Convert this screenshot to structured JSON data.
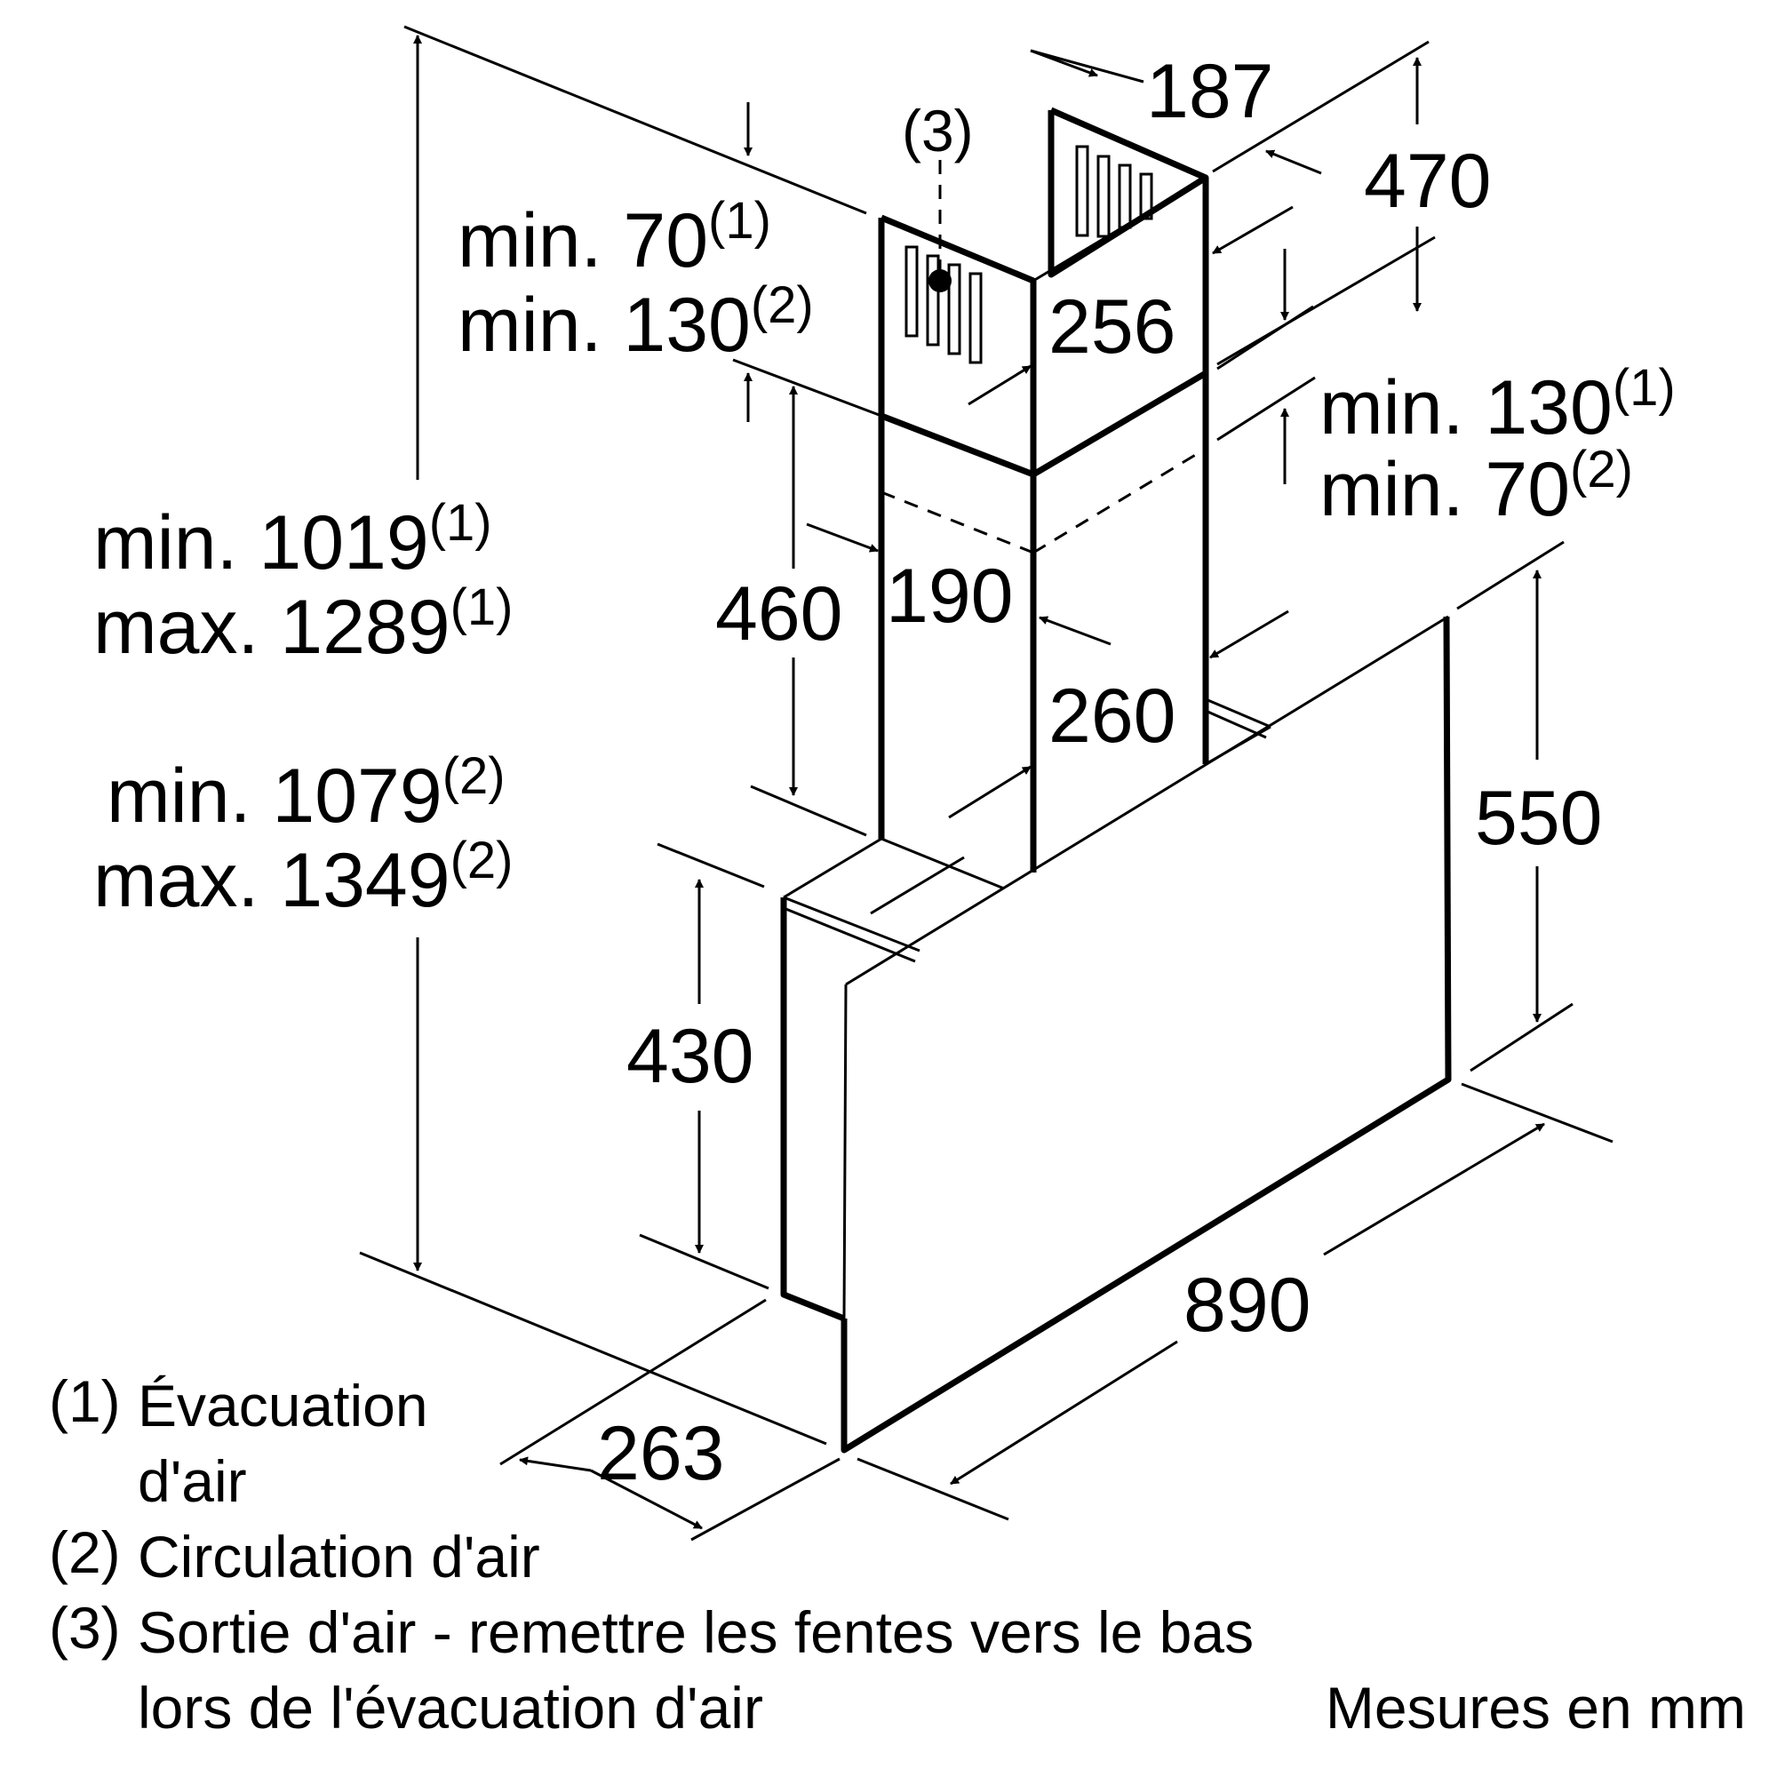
{
  "dimensions": {
    "d187": "187",
    "d470": "470",
    "d256": "256",
    "d190": "190",
    "d260": "260",
    "d460": "460",
    "d430": "430",
    "d550": "550",
    "d890": "890",
    "d263": "263",
    "marker3": "(3)"
  },
  "labels": {
    "top_left_line1": "min. 70",
    "top_left_line1_sup": "(1)",
    "top_left_line2": "min. 130",
    "top_left_line2_sup": "(2)",
    "right_line1": "min. 130",
    "right_line1_sup": "(1)",
    "right_line2": "min. 70",
    "right_line2_sup": "(2)",
    "height1_line1": "min. 1019",
    "height1_line1_sup": "(1)",
    "height1_line2": "max. 1289",
    "height1_line2_sup": "(1)",
    "height2_line1": "min. 1079",
    "height2_line1_sup": "(2)",
    "height2_line2": "max. 1349",
    "height2_line2_sup": "(2)"
  },
  "legend": [
    {
      "marker": "(1)",
      "line1": "Évacuation",
      "line2": "d'air"
    },
    {
      "marker": "(2)",
      "line1": "Circulation d'air"
    },
    {
      "marker": "(3)",
      "line1": "Sortie d'air - remettre les fentes vers le bas",
      "line2": "lors de l'évacuation d'air"
    }
  ],
  "units_note": "Mesures en mm"
}
